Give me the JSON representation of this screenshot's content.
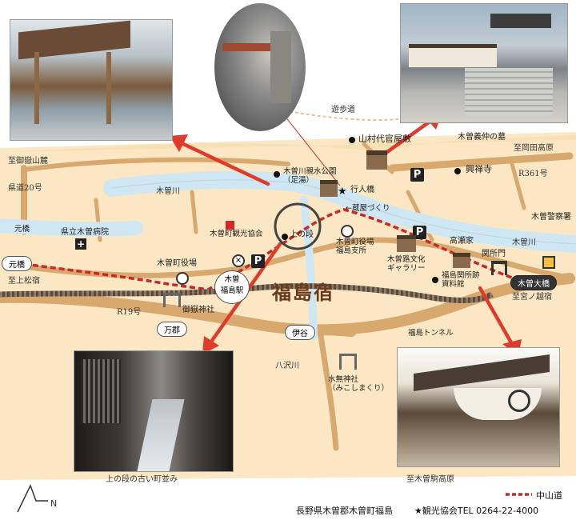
{
  "map": {
    "title": "福島宿",
    "colors": {
      "background": "#fbe7c3",
      "road": "#d8a96f",
      "river": "#cfe7f2",
      "nakasendo": "#c8282a",
      "arrow": "#e03a2a",
      "rail": "#5b4a3a"
    },
    "labels": {
      "to_ontake": "至御嶽山麓",
      "pref_road_20": "県道20号",
      "kiso_river": "木曽川",
      "kiso_river2": "木曽川",
      "motohashi": "元橋",
      "hospital": "県立木曽病院",
      "to_agematsu": "至上松宿",
      "r19": "R19号",
      "r361": "R361号",
      "to_okada": "至岡田高原",
      "police": "木曽警察署",
      "kisoohashi_area": "木曽大橋",
      "to_miyanokoshi": "至宮ノ越宿",
      "yamamura": "山村代官屋敷",
      "yoshinaka_grave": "木曽義仲の墓",
      "kozenji": "興禅寺",
      "shinsui_park": "木曽川親水公園\n（足湯）",
      "gyonin_bashi": "行人橋",
      "sakaya_dukuri": "←蔵屋づくり",
      "kankou": "木曽町観光協会",
      "uenodan": "上の段",
      "town_office_branch": "木曽町役場\n福島支所",
      "takase": "高瀬家",
      "sekishomon": "関所門",
      "bunka_gallery": "木曽路文化\nギャラリー",
      "sekisho_museum": "福島関所跡\n資料館",
      "town_office": "木曽町役場",
      "mitake_shrine": "御嶽神社",
      "tunnel": "福島トンネル",
      "hassawa": "八沢川",
      "mizunashi": "水無神社\n（みこしまくり）",
      "to_kaida": "至木曽駒高原",
      "sanpomichi": "遊歩道",
      "photo_caption": "上の段の古い町並み"
    },
    "pills": {
      "motohashi": "元橋",
      "station": "木曽\n福島駅",
      "manto": "万郡",
      "iya": "伊谷",
      "kiso_ohashi": "木曽大橋"
    },
    "legend": {
      "nakasendo": "中山道"
    },
    "footer": {
      "address": "長野県木曽郡木曽町福島",
      "tel": "★観光協会TEL 0264-22-4000"
    },
    "photos": [
      {
        "name": "rest-house",
        "subject": "wooden pavilion by river"
      },
      {
        "name": "stone-monument",
        "subject": "stone marker by bridge"
      },
      {
        "name": "daikan-yashiki",
        "subject": "stone stairs and gate"
      },
      {
        "name": "old-street",
        "subject": "old townscape with waterway"
      },
      {
        "name": "sekisho",
        "subject": "checkpoint building with curtain"
      }
    ]
  }
}
